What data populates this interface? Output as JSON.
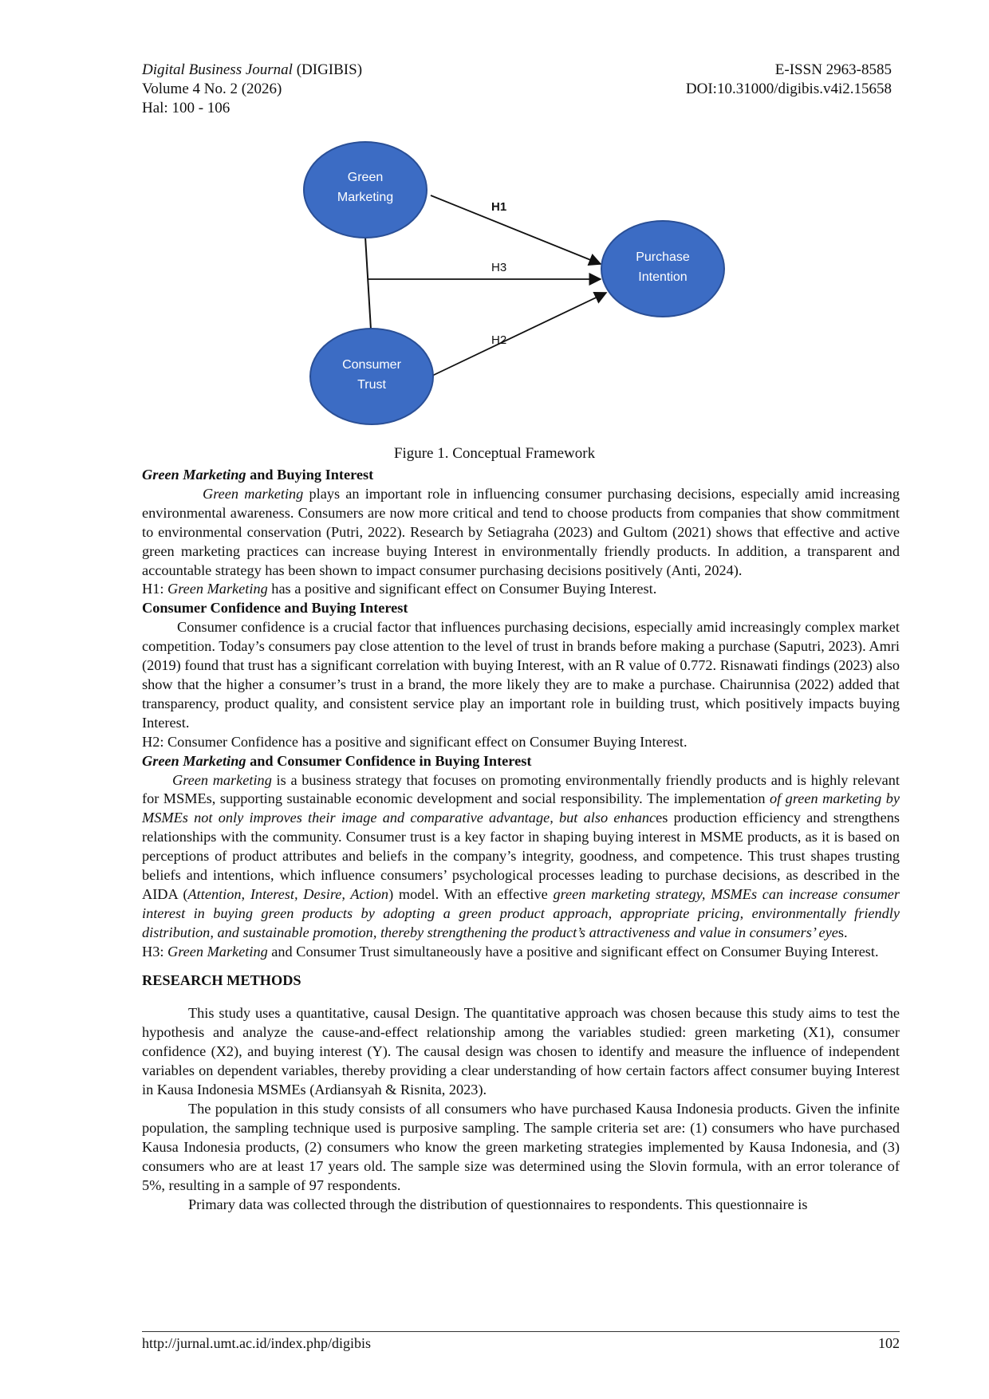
{
  "header": {
    "journal_name": "Digital Business Journal",
    "journal_abbr": "(DIGIBIS)",
    "volume": "Volume 4 No. 2 (2026)",
    "pages": "Hal: 100 - 106",
    "issn": "E-ISSN 2963-8585",
    "doi": "DOI:10.31000/digibis.v4i2.15658"
  },
  "figure": {
    "nodes": {
      "green_marketing": [
        "Green",
        "Marketing"
      ],
      "purchase_intention": [
        "Purchase",
        "Intention"
      ],
      "consumer_trust": [
        "Consumer",
        "Trust"
      ]
    },
    "edges": {
      "h1": "H1",
      "h2": "H2",
      "h3": "H3"
    },
    "colors": {
      "node_fill": "#3c6cc4",
      "node_stroke": "#2a4f96",
      "edge": "#111111",
      "node_text": "#ffffff"
    },
    "caption": "Figure 1. Conceptual Framework"
  },
  "sections": {
    "gm_bi": {
      "heading_italic": "Green Marketing",
      "heading_rest": " and Buying Interest",
      "p1_italic": "Green marketing",
      "p1_rest": " plays an important role in influencing consumer purchasing decisions, especially amid increasing environmental awareness. Consumers are now more critical and tend to choose products from companies that show commitment to environmental conservation (Putri, 2022). Research by Setiagraha (2023) and Gultom (2021) shows that effective and active green marketing practices can increase buying Interest in environmentally friendly products. In addition, a transparent and accountable strategy has been shown to impact consumer purchasing decisions positively (Anti, 2024).",
      "h1_prefix": "H1: ",
      "h1_italic": "Green Marketing",
      "h1_rest": " has a positive and significant effect on Consumer Buying Interest."
    },
    "cc_bi": {
      "heading": "Consumer Confidence and Buying Interest",
      "p1": "Consumer confidence is a crucial factor that influences purchasing decisions, especially amid increasingly complex market competition. Today’s consumers pay close attention to the level of trust in brands before making a purchase (Saputri, 2023). Amri (2019) found that trust has a significant correlation with buying Interest, with an R value of 0.772. Risnawati findings (2023) also show that the higher a consumer’s trust in a brand, the more likely they are to make a purchase. Chairunnisa (2022) added that transparency, product quality, and consistent service play an important role in building trust, which positively impacts buying Interest.",
      "h2": "H2: Consumer Confidence has a positive and significant effect on Consumer Buying Interest."
    },
    "gm_cc": {
      "heading_italic": "Green Marketing",
      "heading_rest": " and Consumer Confidence in Buying Interest",
      "s1_italic": "Green marketing",
      "s2": " is a business strategy that focuses on promoting environmentally friendly products and is highly relevant for MSMEs, supporting sustainable economic development and social responsibility. The implementation ",
      "s3_italic": "of green marketing by MSMEs not only improves their image and comparative advantage, but also enhanc",
      "s4": "es production efficiency and strengthens relationships with the community. Consumer trust is a key factor in shaping buying interest in MSME products, as it is based on perceptions of product attributes and beliefs in the company’s integrity, goodness, and competence. This trust shapes trusting beliefs and intentions, which influence consumers’ psychological processes leading to purchase decisions, as described in the AIDA (",
      "s5_italic": "Attention, Interest, Desire, Action",
      "s6": ") model. With an effective ",
      "s7_italic": "green marketing strategy, MSMEs can increase consumer interest in buying green products by adopting a green product approach, appropriate pricing, environmentally friendly distribution, and sustainable promotion, thereby strengthening the product’s attractiveness and value in consumers’ eye",
      "s8": "s.",
      "h3_prefix": "H3: ",
      "h3_italic": "Green Marketing",
      "h3_rest": " and Consumer Trust simultaneously have a positive and significant effect on Consumer Buying Interest."
    },
    "methods": {
      "heading": "RESEARCH METHODS",
      "p1": "This study uses a quantitative, causal Design. The quantitative approach was chosen because this study aims to test the hypothesis and analyze the cause-and-effect relationship among the variables studied: green marketing (X1), consumer confidence (X2), and buying interest (Y). The causal design was chosen to identify and measure the influence of independent variables on dependent variables, thereby providing a clear understanding of how certain factors affect consumer buying Interest in Kausa Indonesia MSMEs (Ardiansyah & Risnita, 2023).",
      "p2": "The population in this study consists of all consumers who have purchased Kausa Indonesia products. Given the infinite population, the sampling technique used is purposive sampling. The sample criteria set are: (1) consumers who have purchased Kausa Indonesia products, (2) consumers who know the green marketing strategies implemented by Kausa Indonesia, and (3) consumers who are at least 17 years old. The sample size was determined using the Slovin formula, with an error tolerance of 5%, resulting in a sample of 97 respondents.",
      "p3": "Primary data was collected through the distribution of questionnaires to respondents. This questionnaire is"
    }
  },
  "footer": {
    "url": "http://jurnal.umt.ac.id/index.php/digibis",
    "page_number": "102"
  }
}
